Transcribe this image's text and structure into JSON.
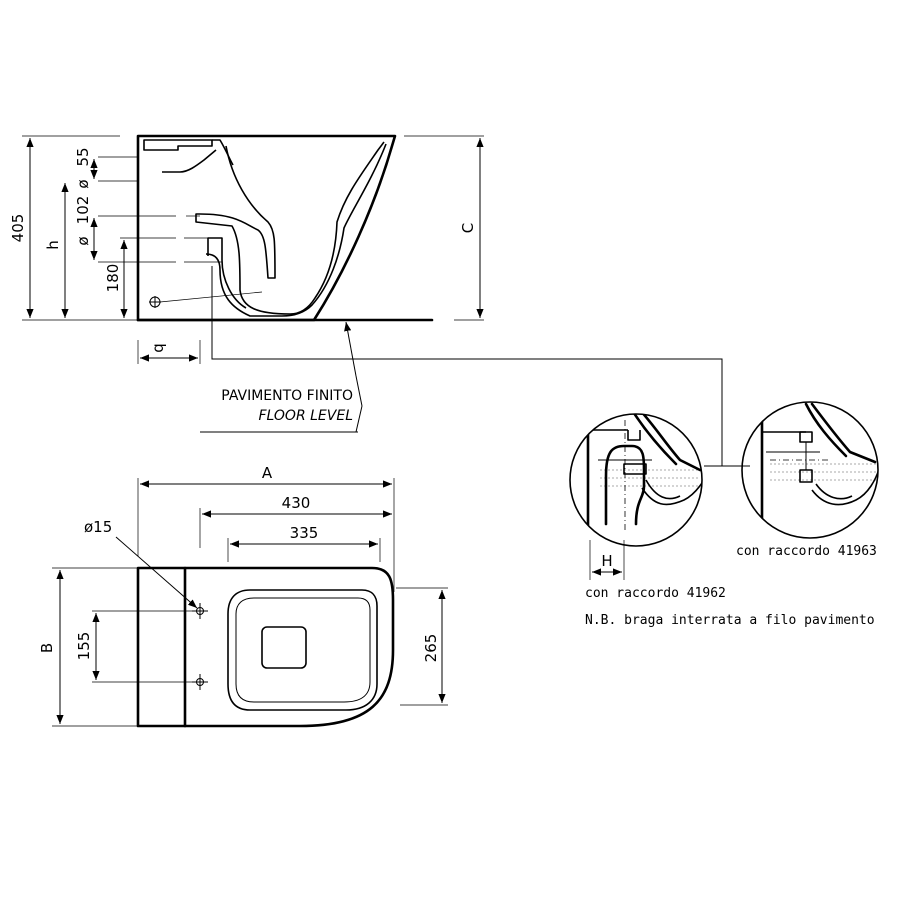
{
  "side_view": {
    "dim_overall_height": "405",
    "dim_h": "h",
    "dim_55": "55",
    "dim_diam_upper": "ø",
    "dim_102": "102",
    "dim_diam_lower": "ø",
    "dim_180": "180",
    "dim_C": "C",
    "dim_q": "q"
  },
  "floor_label": {
    "italian": "PAVIMENTO FINITO",
    "english": "FLOOR LEVEL"
  },
  "top_view": {
    "dim_A": "A",
    "dim_430": "430",
    "dim_335": "335",
    "dim_diam15": "ø15",
    "dim_B": "B",
    "dim_155": "155",
    "dim_265": "265"
  },
  "details": {
    "left_caption": "con raccordo 41962",
    "right_caption": "con raccordo 41963",
    "dim_H": "H",
    "note": "N.B. braga interrata a filo pavimento"
  }
}
